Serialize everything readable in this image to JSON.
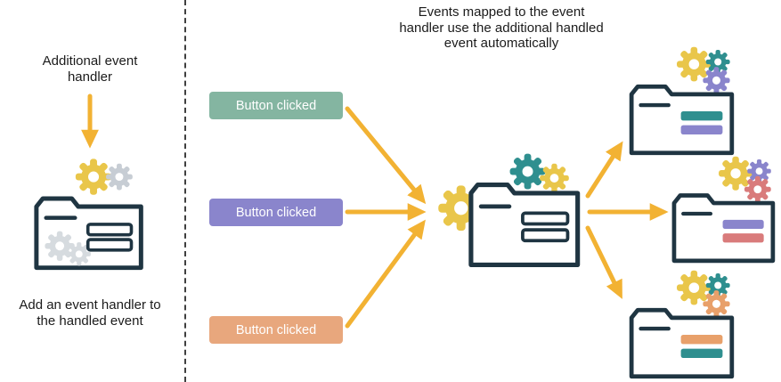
{
  "colors": {
    "arrow": "#F2B233",
    "outline": "#1F3542",
    "button_green": "#84B5A1",
    "button_purple": "#8A85CC",
    "button_orange": "#E8A77D",
    "gear_yellow": "#E9C64A",
    "gear_teal": "#2F8F8F",
    "gear_purple": "#8A85CC",
    "gear_pink": "#D97B7B",
    "gear_orange": "#E8A06A",
    "gear_gray": "#C7CDD4"
  },
  "left_panel": {
    "label": "Additional event handler",
    "caption": "Add an event handler to the handled event"
  },
  "right_panel": {
    "title": "Events mapped to the event handler use the additional handled event automatically",
    "buttons": [
      {
        "label": "Button clicked"
      },
      {
        "label": "Button clicked"
      },
      {
        "label": "Button clicked"
      }
    ]
  }
}
